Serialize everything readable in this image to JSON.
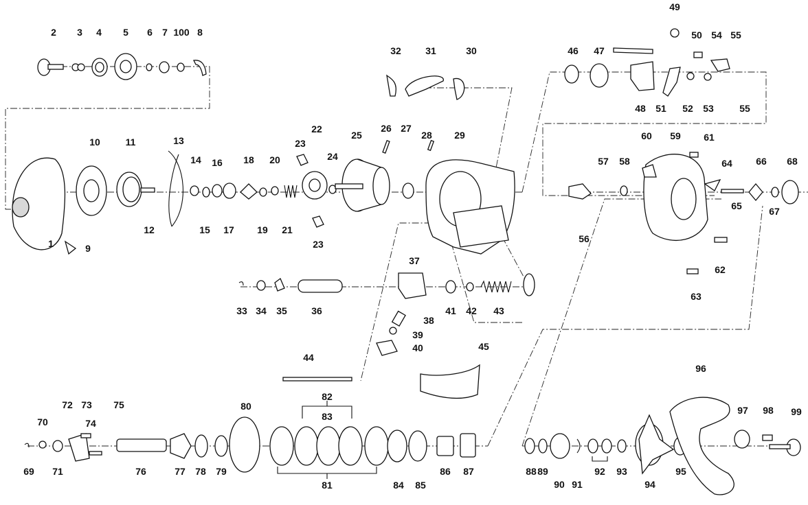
{
  "diagram": {
    "labels": [
      "1",
      "2",
      "3",
      "4",
      "5",
      "6",
      "7",
      "100",
      "8",
      "9",
      "10",
      "11",
      "12",
      "13",
      "14",
      "15",
      "16",
      "17",
      "18",
      "19",
      "20",
      "21",
      "22",
      "23",
      "23",
      "24",
      "25",
      "26",
      "27",
      "28",
      "29",
      "30",
      "31",
      "32",
      "33",
      "34",
      "35",
      "36",
      "37",
      "38",
      "39",
      "40",
      "41",
      "42",
      "43",
      "44",
      "45",
      "46",
      "47",
      "48",
      "49",
      "50",
      "51",
      "52",
      "53",
      "54",
      "55",
      "55",
      "56",
      "57",
      "58",
      "59",
      "60",
      "61",
      "62",
      "63",
      "64",
      "65",
      "66",
      "67",
      "68",
      "69",
      "70",
      "71",
      "72",
      "73",
      "74",
      "75",
      "76",
      "77",
      "78",
      "79",
      "80",
      "81",
      "82",
      "83",
      "84",
      "85",
      "86",
      "87",
      "88",
      "89",
      "90",
      "91",
      "92",
      "93",
      "94",
      "95",
      "96",
      "97",
      "98",
      "99"
    ]
  }
}
